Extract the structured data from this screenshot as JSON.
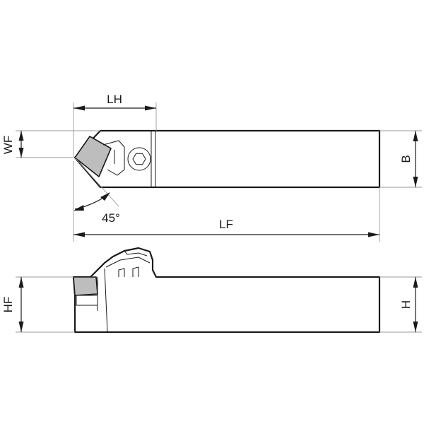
{
  "dimensions": {
    "lh": "LH",
    "wf": "WF",
    "b": "B",
    "angle": "45°",
    "lf": "LF",
    "hf": "HF",
    "h": "H"
  },
  "colors": {
    "line": "#1a1a1a",
    "extension_line": "#9a9a9a",
    "insert_fill": "#bdbdbd",
    "background": "#ffffff"
  }
}
